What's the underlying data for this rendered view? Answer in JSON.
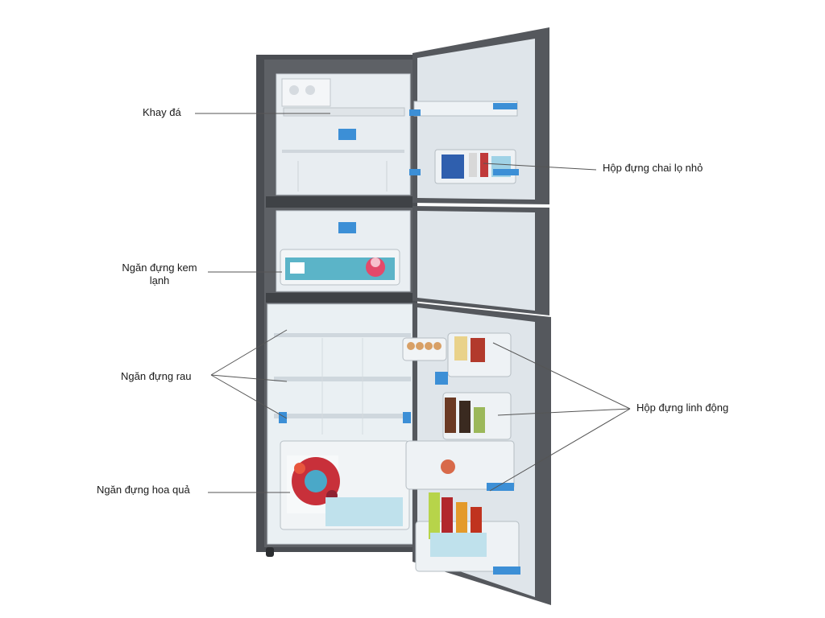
{
  "labels": {
    "ice_tray": "Khay đá",
    "small_bottle_box": "Hộp đựng chai lọ nhỏ",
    "ice_cream_compartment": "Ngăn đựng kem lạnh",
    "vegetable_compartment": "Ngăn đựng rau",
    "flexible_box": "Hộp đựng linh động",
    "fruit_compartment": "Ngăn đựng hoa quả"
  },
  "colors": {
    "fridge_body": "#4a4d52",
    "interior": "#e9eef2",
    "door_inner": "#dfe5ea",
    "accent_blue": "#3c8fd6",
    "leader_line": "#555555"
  }
}
